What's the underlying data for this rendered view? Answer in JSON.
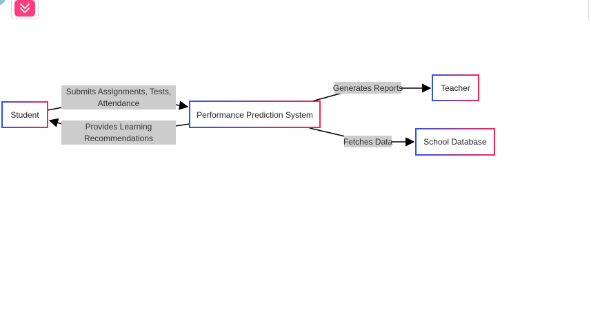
{
  "toolbar": {
    "collapse_icon": "double-chevron-down-icon",
    "accent_color": "#ff3f7d"
  },
  "diagram": {
    "border_gradient": [
      "#2b54e6",
      "#ff1f5a"
    ],
    "label_bg": "#cccccc",
    "nodes": {
      "student": "Student",
      "system": "Performance Prediction System",
      "teacher": "Teacher",
      "database": "School Database"
    },
    "edges": {
      "submits_line1": "Submits Assignments, Tests,",
      "submits_line2": "Attendance",
      "provides_line1": "Provides Learning",
      "provides_line2": "Recommendations",
      "reports": "Generates Reports",
      "fetches": "Fetches Data"
    }
  }
}
